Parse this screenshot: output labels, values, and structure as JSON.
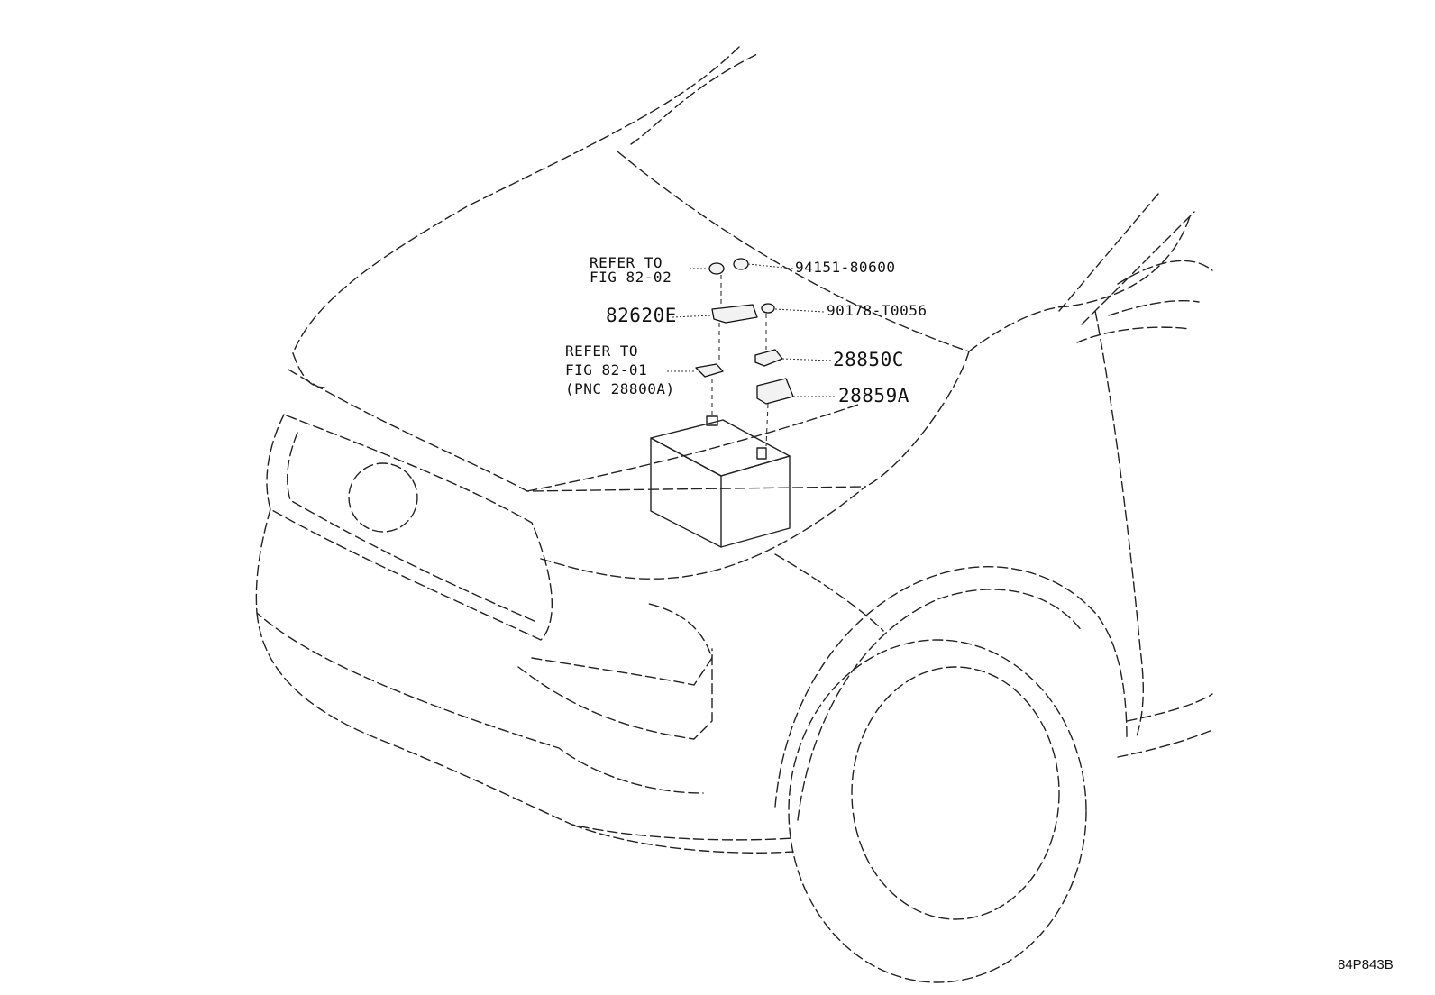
{
  "figure_id": "84P843B",
  "callouts": [
    {
      "id": "ref-82-02",
      "lines": [
        "REFER TO",
        "FIG 82-02"
      ]
    },
    {
      "id": "part-94151",
      "lines": [
        "94151-80600"
      ]
    },
    {
      "id": "part-82620e",
      "lines": [
        "82620E"
      ]
    },
    {
      "id": "part-90178",
      "lines": [
        "90178-T0056"
      ]
    },
    {
      "id": "ref-82-01",
      "lines": [
        "REFER TO",
        "FIG 82-01",
        "(PNC 28800A)"
      ]
    },
    {
      "id": "part-28850c",
      "lines": [
        "28850C"
      ]
    },
    {
      "id": "part-28859a",
      "lines": [
        "28859A"
      ]
    }
  ]
}
